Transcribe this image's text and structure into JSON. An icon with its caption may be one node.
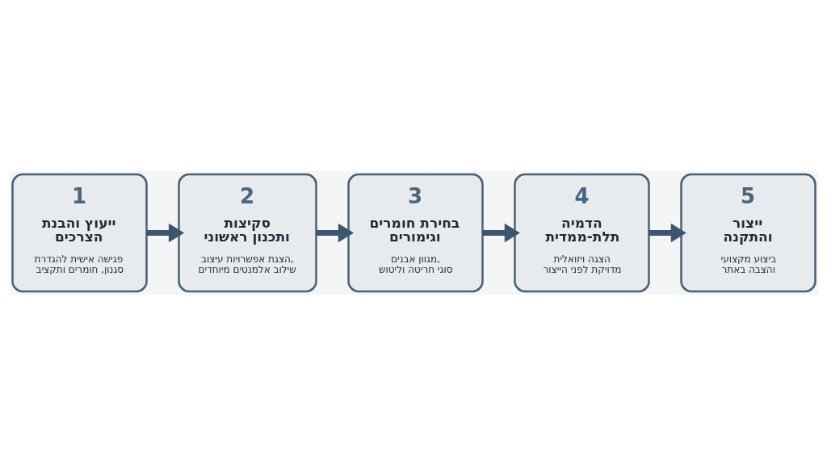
{
  "diagram": {
    "nodes": [
      {
        "text": [
          "1",
          "ייעוץ והבנת הצרכים",
          "פגישה אישית להגדרת סגנון, חומרים ותקציב"
        ]
      },
      {
        "text": [
          "2",
          "סקיצות ותכנון ראשוני",
          "הצגת אפשרויות עיצוב, שילוב אלמנטים מיוחדים"
        ]
      },
      {
        "text": [
          "3",
          "בחירת חומרים וגימורים",
          "מגוון אבנים, סוגי חריטה וליטוש"
        ]
      },
      {
        "text": [
          "4",
          "הדמיה תלת-ממדית",
          "הצגה ויזואלית מדויקת לפני הייצור"
        ]
      },
      {
        "text": [
          "5",
          "ייצור והתקנה",
          "ביצוע מקצועי והצבה באתר"
        ]
      }
    ],
    "edges": [
      {
        "from": 0,
        "to": 1,
        "arrow": "to"
      },
      {
        "from": 1,
        "to": 2,
        "arrow": "to"
      },
      {
        "from": 2,
        "to": 3,
        "arrow": "to"
      },
      {
        "from": 3,
        "to": 4,
        "arrow": "to"
      }
    ]
  }
}
